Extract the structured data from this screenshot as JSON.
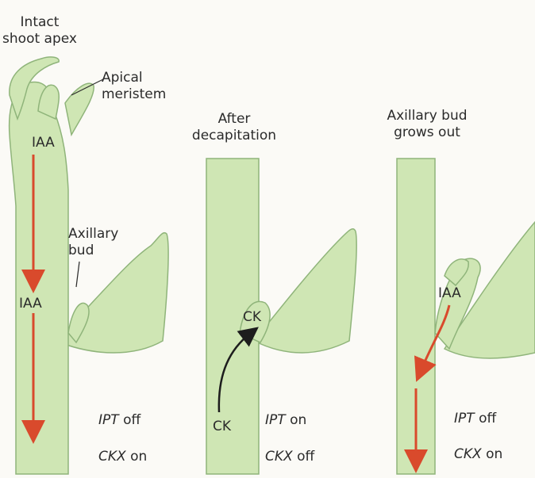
{
  "panels": [
    {
      "title": "Intact\nshoot apex",
      "apex_label": "Apical\nmeristem",
      "top_hormone": "IAA",
      "bud_label": "Axillary\nbud",
      "lower_hormone": "IAA",
      "gene1": {
        "name": "IPT",
        "state": "off"
      },
      "gene2": {
        "name": "CKX",
        "state": "on"
      }
    },
    {
      "title": "After\ndecapitation",
      "bud_hormone": "CK",
      "stem_hormone": "CK",
      "gene1": {
        "name": "IPT",
        "state": "on"
      },
      "gene2": {
        "name": "CKX",
        "state": "off"
      }
    },
    {
      "title": "Axillary bud\ngrows out",
      "bud_hormone": "IAA",
      "gene1": {
        "name": "IPT",
        "state": "off"
      },
      "gene2": {
        "name": "CKX",
        "state": "on"
      }
    }
  ],
  "colors": {
    "plant_fill": "#cfe6b4",
    "plant_outline": "#8fb47a",
    "auxin_arrow": "#d94a2c",
    "ck_arrow": "#1d1d1d",
    "background": "#fbfaf6"
  }
}
